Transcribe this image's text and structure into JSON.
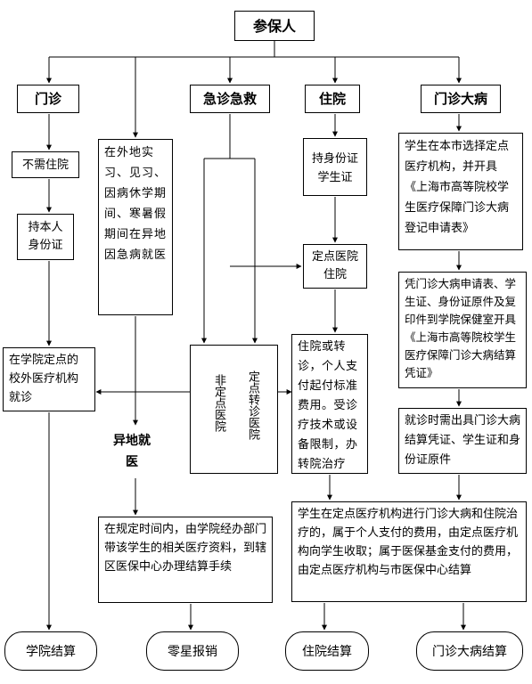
{
  "root": "参保人",
  "categories": {
    "outpatient": "门诊",
    "emergency": "急诊急救",
    "inpatient": "住院",
    "major_outpatient": "门诊大病"
  },
  "outpatient": {
    "no_hospital": "不需住院",
    "id_card": "持本人身份证",
    "school_hospital": "在学院定点的校外医疗机构就诊"
  },
  "remote": {
    "condition": "在外地实习、见习、因病休学期间、寒暑假期间在异地因急病就医",
    "label": "异地就医",
    "process": "在规定时间内，由学院经办部门带该学生的相关医疗资料，到辖区医保中心办理结算手续"
  },
  "emergency": {
    "non_designated": "非定点医院",
    "designated": "定点转诊医院"
  },
  "inpatient": {
    "id_card": "持身份证学生证",
    "designated": "定点医院住院",
    "transfer": "住院或转诊，个人支付起付标准费用。受诊疗技术或设备限制，办转院治疗"
  },
  "major": {
    "select": "学生在本市选择定点医疗机构，并开具《上海市高等院校学生医疗保障门诊大病登记申请表》",
    "certificate": "凭门诊大病申请表、学生证、身份证原件及复印件到学院保健室开具《上海市高等院校学生医疗保障门诊大病结算凭证》",
    "visit": "就诊时需出具门诊大病结算凭证、学生证和身份证原件"
  },
  "settlement_note": "学生在定点医疗机构进行门诊大病和住院治疗的，属于个人支付的费用，由定点医疗机构向学生收取；属于医保基金支付的费用，由定点医疗机构与市医保中心结算",
  "outcomes": {
    "school": "学院结算",
    "sporadic": "零星报销",
    "inpatient": "住院结算",
    "major": "门诊大病结算"
  }
}
